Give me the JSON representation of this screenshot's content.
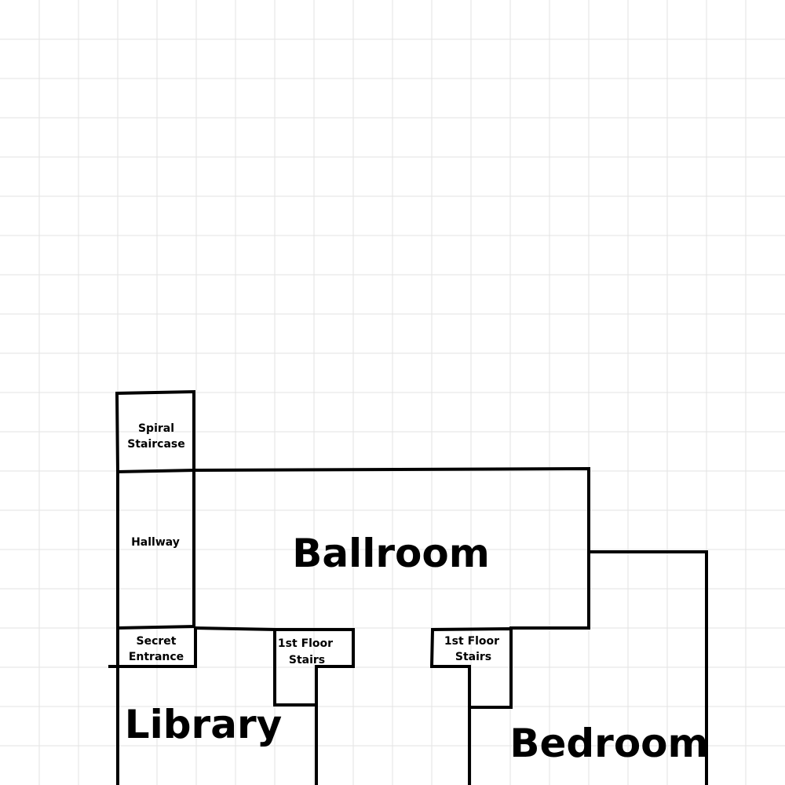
{
  "colors": {
    "background": "#ffffff",
    "grid": "#e3e3e3",
    "walls": "#000000",
    "text": "#000000"
  },
  "rooms": {
    "spiral_staircase": {
      "line1": "Spiral",
      "line2": "Staircase"
    },
    "hallway": {
      "label": "Hallway"
    },
    "secret_entrance": {
      "line1": "Secret",
      "line2": "Entrance"
    },
    "stairs_left": {
      "line1": "1st Floor",
      "line2": "Stairs"
    },
    "stairs_right": {
      "line1": "1st Floor",
      "line2": "Stairs"
    },
    "ballroom": {
      "label": "Ballroom"
    },
    "library": {
      "label": "Library"
    },
    "bedroom": {
      "label": "Bedroom"
    }
  }
}
